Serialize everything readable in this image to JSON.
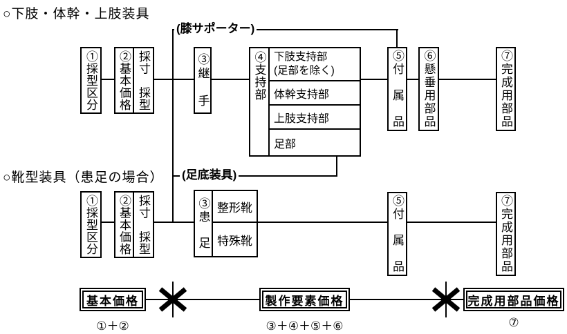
{
  "titles": {
    "section1": "○下肢・体幹・上肢装具",
    "section2": "○靴型装具（患足の場合）"
  },
  "connector_labels": {
    "knee_supporter": "(膝サポーター)",
    "foot_sole": "(足底装具)"
  },
  "row1": {
    "box1": "①採型区分",
    "box2_left": "②基本価格",
    "box2_right": "採寸　採型",
    "box3": "③継　手",
    "box4_left": "④支持部",
    "box4_cells": [
      "下肢支持部\n(足部を除く)",
      "体幹支持部",
      "上肢支持部",
      "足部"
    ],
    "box5": "⑤付　属　品",
    "box6": "⑥懸垂用部品",
    "box7": "⑦完成用部品"
  },
  "row2": {
    "box1": "①採型区分",
    "box2_left": "②基本価格",
    "box2_right": "採寸　採型",
    "box3_left": "③患　足",
    "box3_cells": [
      "整形靴",
      "特殊靴"
    ],
    "box5": "⑤付　属　品",
    "box7": "⑦完成用部品"
  },
  "summary": {
    "basic_price": {
      "label": "基本価格",
      "formula": "①＋②"
    },
    "production_price": {
      "label": "製作要素価格",
      "formula": "③＋④＋⑤＋⑥"
    },
    "finished_parts_price": {
      "label": "完成用部品価格",
      "formula": "⑦"
    }
  },
  "colors": {
    "line": "#000000",
    "background": "#ffffff",
    "text": "#000000"
  }
}
